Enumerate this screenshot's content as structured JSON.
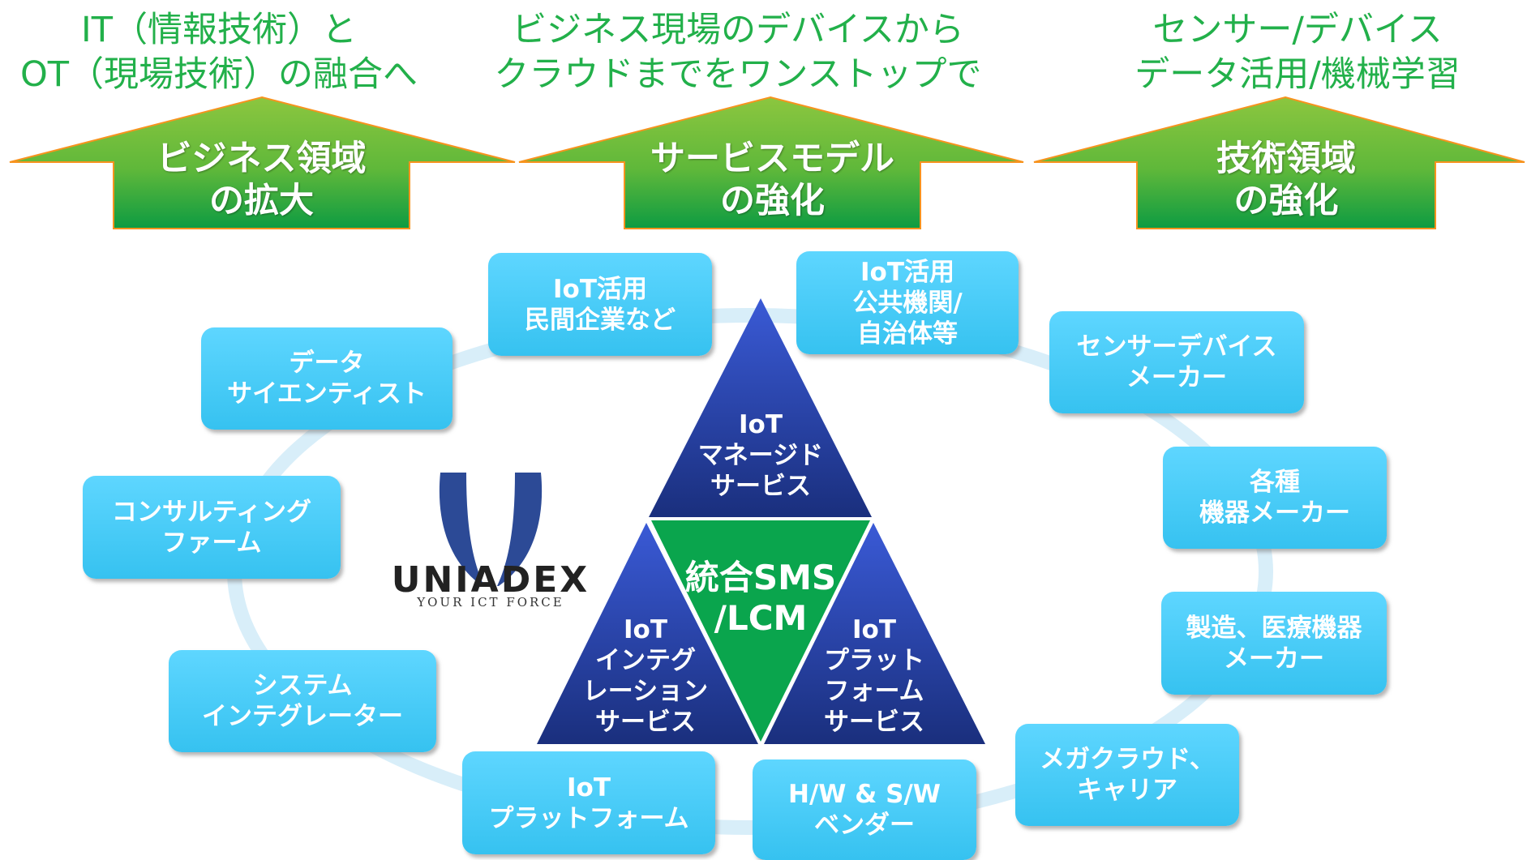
{
  "headlines": {
    "left": "IT（情報技術）と\nOT（現場技術）の融合へ",
    "center": "ビジネス現場のデバイスから\nクラウドまでをワンストップで",
    "right": "センサー/デバイス\nデータ活用/機械学習"
  },
  "arrows": {
    "left": "ビジネス領域\nの拡大",
    "center": "サービスモデル\nの強化",
    "right": "技術領域\nの強化"
  },
  "boxes": {
    "iot_private": "IoT活用\n民間企業など",
    "iot_public": "IoT活用\n公共機関/\n自治体等",
    "data_scientist": "データ\nサイエンティスト",
    "sensor_maker": "センサーデバイス\nメーカー",
    "consulting": "コンサルティング\nファーム",
    "equipment_maker": "各種\n機器メーカー",
    "medical_maker": "製造、医療機器\nメーカー",
    "system_integrator": "システム\nインテグレーター",
    "mega_cloud": "メガクラウド、\nキャリア",
    "iot_platform": "IoT\nプラットフォーム",
    "hw_sw_vendor": "H/W & S/W\nベンダー"
  },
  "triangle": {
    "top": "IoT\nマネージド\nサービス",
    "center": "統合SMS\n/LCM",
    "left": "IoT\nインテグ\nレーション\nサービス",
    "right": "IoT\nプラット\nフォーム\nサービス"
  },
  "logo": {
    "name": "UNIADEX",
    "tagline": "YOUR ICT FORCE"
  },
  "colors": {
    "headline_green": "#22b04a",
    "arrow_green_top": "#8cc63f",
    "arrow_green_bottom": "#0d9b42",
    "arrow_outline": "#f7931e",
    "box_blue": "#3cc8f4",
    "triangle_navy": "#1f3a8f",
    "triangle_center_green": "#0aa54d",
    "logo_navy": "#2c4a96"
  }
}
